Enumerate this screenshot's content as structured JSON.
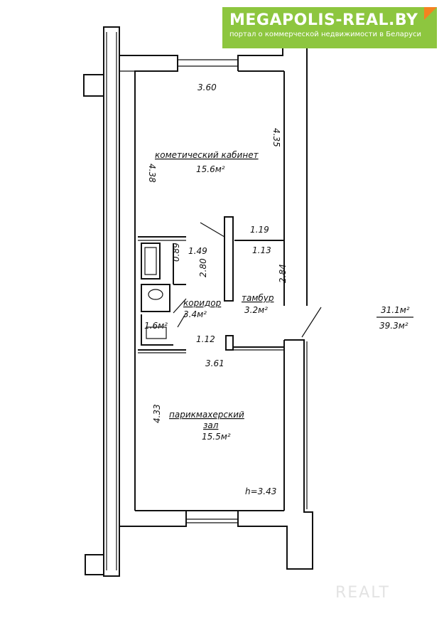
{
  "logo": {
    "title": "MEGAPOLIS-REAL.BY",
    "subtitle": "портал о коммерческой недвижимости в Беларуси"
  },
  "rooms": {
    "cabinet_name": "кометический кабинет",
    "cabinet_area": "15.6м²",
    "corridor_name": "коридор",
    "corridor_area": "3.4м²",
    "tambur_name": "тамбур",
    "tambur_area": "3.2м²",
    "wc_area": "1.6м²",
    "salon_name_1": "парикмахерский",
    "salon_name_2": "зал",
    "salon_area": "15.5м²"
  },
  "dimensions": {
    "top_width": "3.60",
    "cabinet_left": "4.38",
    "cabinet_right": "4.35",
    "d_119": "1.19",
    "d_113": "1.13",
    "d_149": "1.49",
    "d_089": "0.89",
    "d_280": "2.80",
    "d_284": "2.84",
    "d_112": "1.12",
    "mid_width": "3.61",
    "salon_left": "4.33",
    "height": "h=3.43"
  },
  "totals": {
    "living": "31.1м²",
    "total": "39.3м²"
  },
  "watermark": "REALT"
}
